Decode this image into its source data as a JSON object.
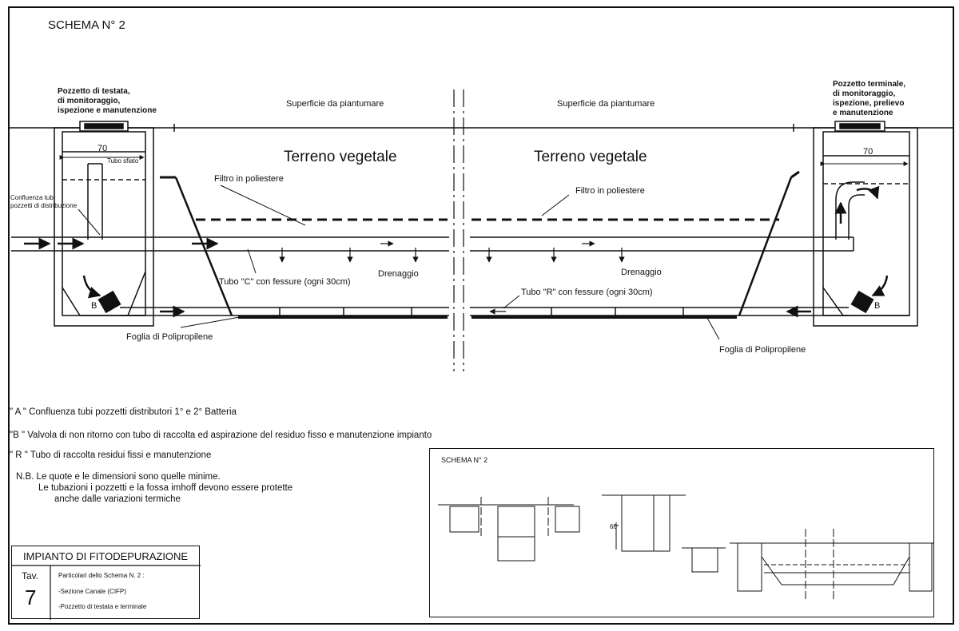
{
  "schema_title": "SCHEMA  N° 2",
  "labels": {
    "left_manhole": [
      "Pozzetto di testata,",
      "di monitoraggio,",
      "ispezione e manutenzione"
    ],
    "right_manhole": [
      "Pozzetto terminale,",
      "di monitoraggio,",
      "ispezione, prelievo",
      "e manutenzione"
    ],
    "surface_left": "Superficie da piantumare",
    "surface_right": "Superficie da piantumare",
    "soil_left": "Terreno vegetale",
    "soil_right": "Terreno vegetale",
    "filter_left": "Filtro in poliestere",
    "filter_right": "Filtro in poliestere",
    "dim_left": "70",
    "dim_right": "70",
    "vent_pipe": "Tubo sfiato",
    "confluence": [
      "Confluenza tubi",
      "pozzetti di distribuzione"
    ],
    "drainage_left": "Drenaggio",
    "drainage_right": "Drenaggio",
    "pipe_c": "Tubo \"C\" con fessure (ogni 30cm)",
    "pipe_r": "Tubo \"R\" con fessure (ogni 30cm)",
    "valve_left": "B",
    "valve_right": "B",
    "sheet_left": "Foglia di Polipropilene",
    "sheet_right": "Foglia di Polipropilene"
  },
  "legend": {
    "a": "\" A \" Confluenza tubi pozzetti distributori 1° e 2° Batteria",
    "b": "\"B \" Valvola di non ritorno con tubo di raccolta ed aspirazione del residuo fisso e manutenzione impianto",
    "r": "\" R \" Tubo di raccolta residui fissi e manutenzione",
    "nb": [
      "N.B.  Le quote e le dimensioni sono quelle minime.",
      "Le tubazioni i pozzetti e la fossa imhoff devono essere protette",
      "anche dalle variazioni termiche"
    ]
  },
  "title_block": {
    "heading": "IMPIANTO DI FITODEPURAZIONE",
    "tav_label": "Tav.",
    "tav_number": "7",
    "lines": [
      "Particolari dello Schema N. 2 :",
      "-Sezione Canale (CIFP)",
      "-Pozzetto di testata e terminale"
    ]
  },
  "inset": {
    "title": "SCHEMA  N° 2",
    "dim": "60"
  },
  "colors": {
    "ink": "#111111",
    "paper": "#ffffff"
  }
}
